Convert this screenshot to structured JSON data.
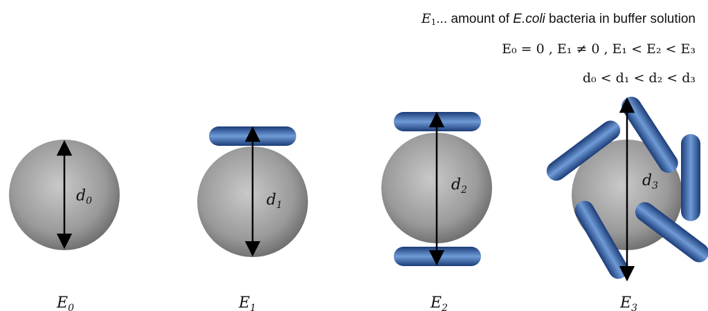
{
  "legend": {
    "line1": {
      "var": "E",
      "sub": "1",
      "sep": "...",
      "before": " amount of ",
      "italic": "E.coli",
      "after": " bacteria in buffer solution"
    },
    "line2": "E₀ = 0 ,  E₁ ≠ 0 ,  E₁ < E₂ < E₃",
    "line3": "d₀ < d₁ < d₂ < d₃"
  },
  "panels": [
    {
      "id": "E0",
      "label_var": "E",
      "label_sub": "0",
      "diameter_var": "d",
      "diameter_sub": "0",
      "bacteria_count": 0
    },
    {
      "id": "E1",
      "label_var": "E",
      "label_sub": "1",
      "diameter_var": "d",
      "diameter_sub": "1",
      "bacteria_count": 1
    },
    {
      "id": "E2",
      "label_var": "E",
      "label_sub": "2",
      "diameter_var": "d",
      "diameter_sub": "2",
      "bacteria_count": 2
    },
    {
      "id": "E3",
      "label_var": "E",
      "label_sub": "3",
      "diameter_var": "d",
      "diameter_sub": "3",
      "bacteria_count": 5
    }
  ],
  "colors": {
    "particle_light": "#c9c9c9",
    "particle_dark": "#6d6d6d",
    "bacterium_light": "#6f9bd6",
    "bacterium_mid": "#2e5ea6",
    "bacterium_dark": "#1b3c78",
    "arrow": "#000000",
    "text": "#111111"
  }
}
